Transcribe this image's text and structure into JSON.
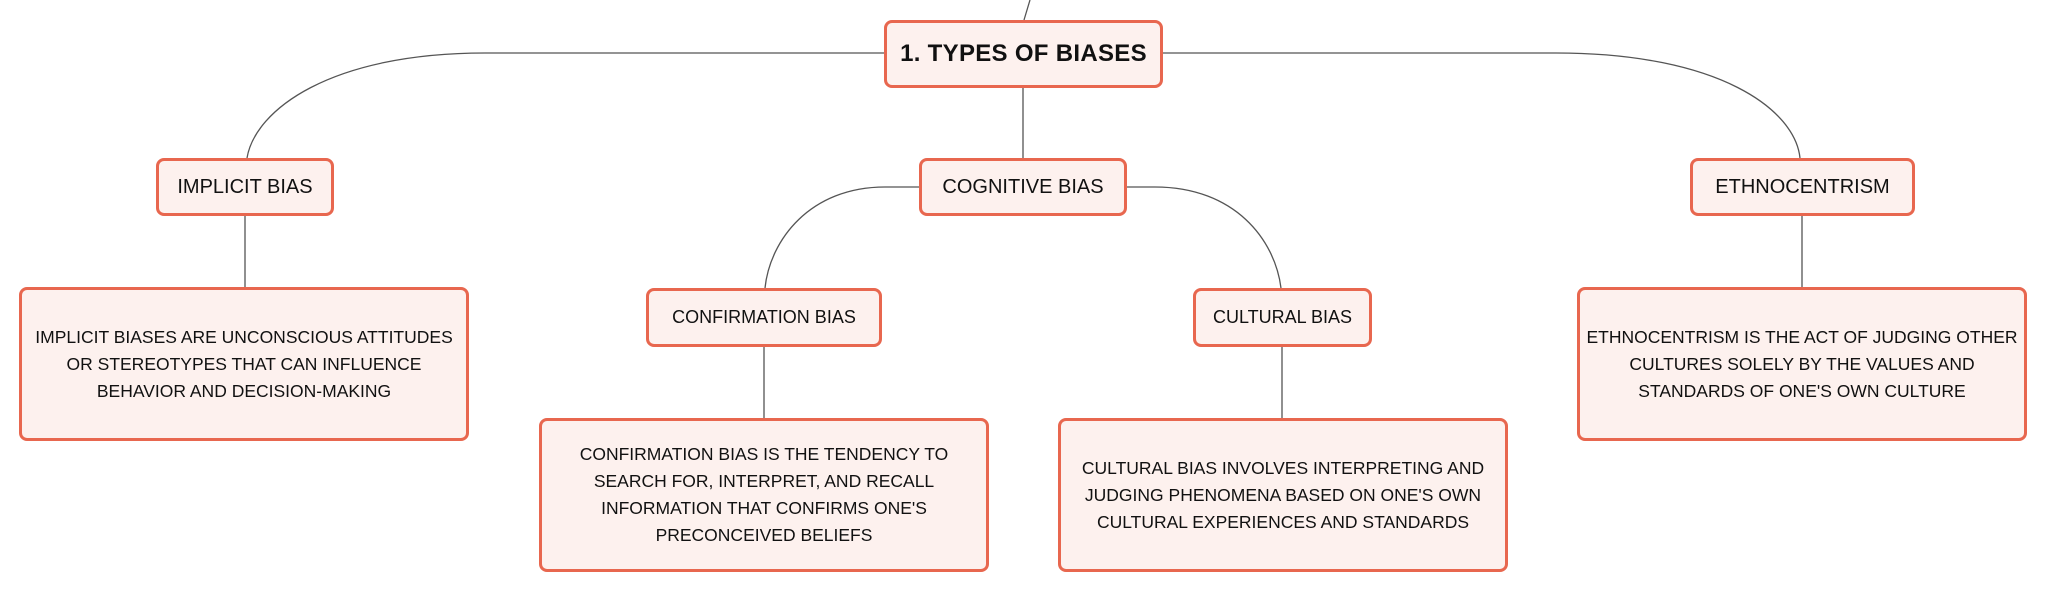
{
  "colors": {
    "node_border": "#e8674f",
    "node_fill": "#fdf1ee",
    "connector": "#555555",
    "text": "#111111"
  },
  "root": {
    "label": "1. TYPES OF BIASES"
  },
  "branches": [
    {
      "label": "IMPLICIT BIAS",
      "description": "IMPLICIT BIASES ARE UNCONSCIOUS ATTITUDES OR STEREOTYPES THAT CAN INFLUENCE BEHAVIOR AND DECISION-MAKING"
    },
    {
      "label": "COGNITIVE BIAS",
      "children": [
        {
          "label": "CONFIRMATION BIAS",
          "description": "CONFIRMATION BIAS IS THE TENDENCY TO SEARCH FOR, INTERPRET, AND RECALL INFORMATION THAT CONFIRMS ONE'S PRECONCEIVED BELIEFS"
        },
        {
          "label": "CULTURAL BIAS",
          "description": "CULTURAL BIAS INVOLVES INTERPRETING AND JUDGING PHENOMENA BASED ON ONE'S OWN CULTURAL EXPERIENCES AND STANDARDS"
        }
      ]
    },
    {
      "label": "ETHNOCENTRISM",
      "description": "ETHNOCENTRISM IS THE ACT OF JUDGING OTHER CULTURES SOLELY BY THE VALUES AND STANDARDS OF ONE'S OWN CULTURE"
    }
  ]
}
